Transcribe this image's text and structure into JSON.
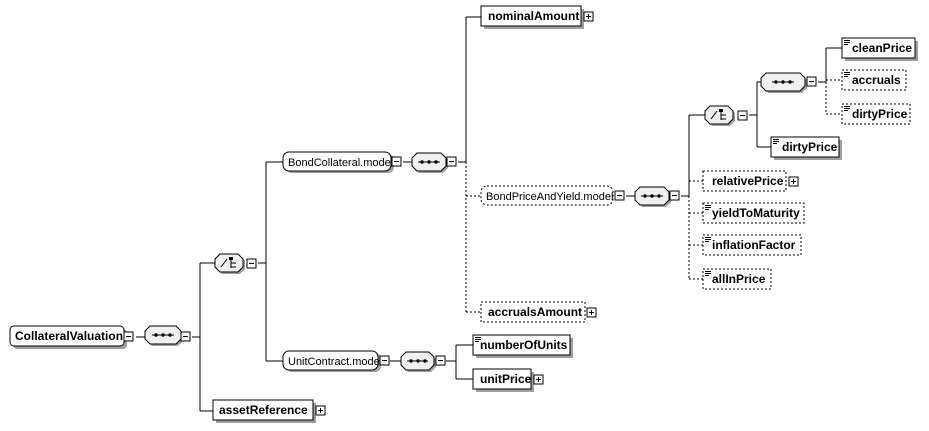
{
  "root": {
    "label": "CollateralValuation"
  },
  "groups": {
    "bond_collateral": "BondCollateral.model",
    "bond_price_yield": "BondPriceAndYield.model",
    "unit_contract": "UnitContract.model"
  },
  "elements": {
    "nominal_amount": "nominalAmount",
    "accruals_amount": "accrualsAmount",
    "clean_price": "cleanPrice",
    "accruals": "accruals",
    "dirty_price_inner": "dirtyPrice",
    "dirty_price": "dirtyPrice",
    "relative_price": "relativePrice",
    "yield_to_maturity": "yieldToMaturity",
    "inflation_factor": "inflationFactor",
    "all_in_price": "allInPrice",
    "number_of_units": "numberOfUnits",
    "unit_price": "unitPrice",
    "asset_reference": "assetReference"
  },
  "icons": {
    "sequence": "sequence-compositor-icon",
    "choice": "choice-compositor-icon",
    "collapse": "minus-box-icon",
    "expand": "plus-box-icon",
    "simple_content": "text-lines-icon"
  },
  "colors": {
    "line": "#000000",
    "box_fill": "#ffffff",
    "shadow": "#a0a0a0",
    "group_fill": "#f0f0f0"
  }
}
